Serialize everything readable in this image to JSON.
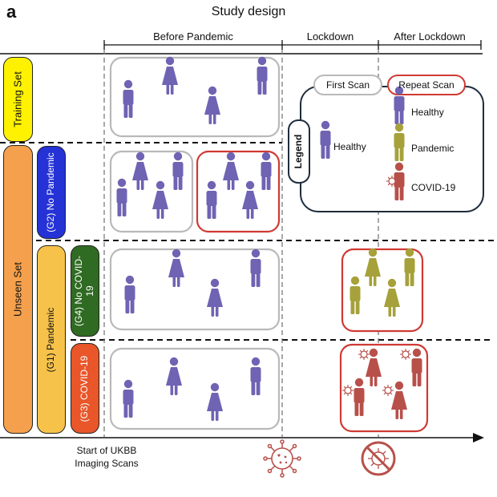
{
  "panel_label": "a",
  "title": "Study design",
  "phases": [
    "Before Pandemic",
    "Lockdown",
    "After Lockdown"
  ],
  "sets": {
    "training": "Training Set",
    "unseen": "Unseen Set"
  },
  "groups": {
    "g2": "(G2) No Pandemic",
    "g1": "(G1) Pandemic",
    "g4": "(G4) No COVID-19",
    "g3": "(G3) COVID-19"
  },
  "legend": {
    "title": "Legend",
    "first_scan": "First Scan",
    "repeat_scan": "Repeat Scan",
    "healthy_left": "Healthy",
    "healthy": "Healthy",
    "pandemic": "Pandemic",
    "covid": "COVID-19"
  },
  "axis": {
    "start_label_1": "Start of UKBB",
    "start_label_2": "Imaging Scans"
  },
  "colors": {
    "healthy": "#6f63b3",
    "pandemic": "#a6a13a",
    "covid": "#b8504a",
    "training": "#fff200",
    "unseen": "#f5a04c",
    "g2": "#2432d6",
    "g1": "#f6c24a",
    "g4": "#2f6b22",
    "g3": "#e8562a",
    "first_scan_border": "#b9b9b9",
    "repeat_scan_border": "#cf3a34"
  },
  "icons": [
    "person-icon",
    "virus-icon",
    "no-virus-icon",
    "arrow-icon"
  ]
}
